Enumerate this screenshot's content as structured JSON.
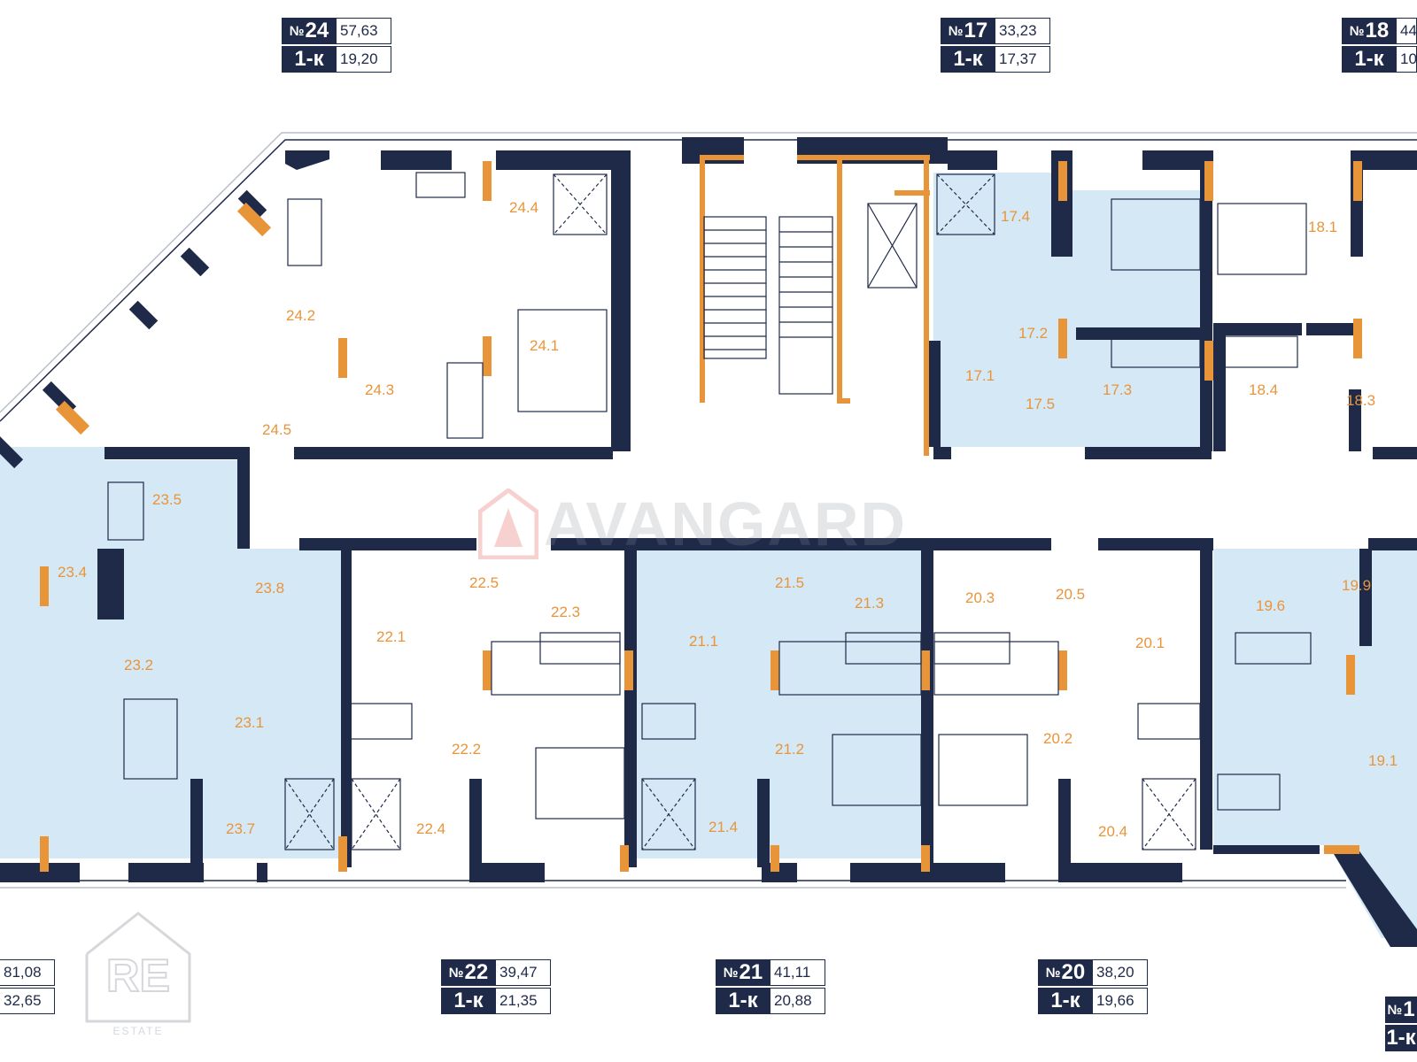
{
  "colors": {
    "wall": "#1e2a48",
    "accent": "#e8953a",
    "unit_fill": "#d5e8f6",
    "watermark": "#8a8f99"
  },
  "watermark": {
    "text": "AVANGARD"
  },
  "logo": {
    "letters": "RE",
    "sub": "ESTATE"
  },
  "apartments": {
    "a24": {
      "no_sign": "№",
      "no": "24",
      "total": "57,63",
      "type": "1-к",
      "living": "19,20"
    },
    "a17": {
      "no_sign": "№",
      "no": "17",
      "total": "33,23",
      "type": "1-к",
      "living": "17,37"
    },
    "a18": {
      "no_sign": "№",
      "no": "18",
      "total": "44",
      "type": "1-к",
      "living": "10"
    },
    "a23": {
      "total": "81,08",
      "living": "32,65"
    },
    "a22": {
      "no_sign": "№",
      "no": "22",
      "total": "39,47",
      "type": "1-к",
      "living": "21,35"
    },
    "a21": {
      "no_sign": "№",
      "no": "21",
      "total": "41,11",
      "type": "1-к",
      "living": "20,88"
    },
    "a20": {
      "no_sign": "№",
      "no": "20",
      "total": "38,20",
      "type": "1-к",
      "living": "19,66"
    },
    "a19": {
      "no_sign": "№",
      "no": "1",
      "type": "1-к"
    }
  },
  "rooms": {
    "r24_4": "24.4",
    "r24_2": "24.2",
    "r24_1": "24.1",
    "r24_3": "24.3",
    "r24_5": "24.5",
    "r17_4": "17.4",
    "r17_2": "17.2",
    "r17_1": "17.1",
    "r17_5": "17.5",
    "r17_3": "17.3",
    "r18_1": "18.1",
    "r18_4": "18.4",
    "r18_3": "18.3",
    "r23_5": "23.5",
    "r23_4": "23.4",
    "r23_8": "23.8",
    "r23_2": "23.2",
    "r23_1": "23.1",
    "r23_7": "23.7",
    "r22_5": "22.5",
    "r22_3": "22.3",
    "r22_1": "22.1",
    "r22_2": "22.2",
    "r22_4": "22.4",
    "r21_5": "21.5",
    "r21_3": "21.3",
    "r21_1": "21.1",
    "r21_2": "21.2",
    "r21_4": "21.4",
    "r20_3": "20.3",
    "r20_5": "20.5",
    "r20_1": "20.1",
    "r20_2": "20.2",
    "r20_4": "20.4",
    "r19_6": "19.6",
    "r19_9": "19.9",
    "r19_1": "19.1"
  }
}
